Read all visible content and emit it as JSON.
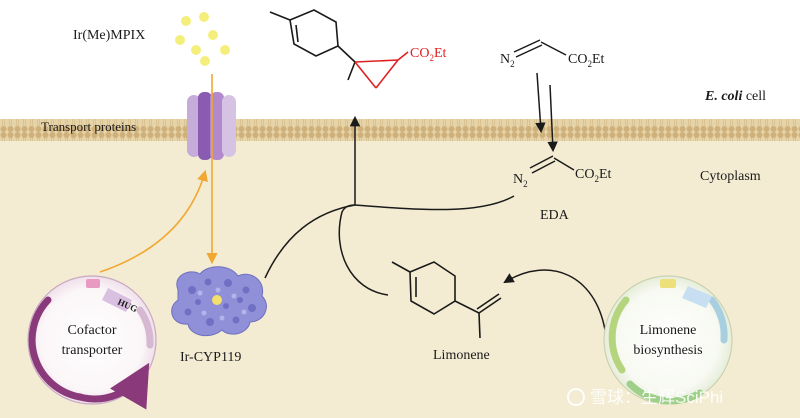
{
  "labels": {
    "cofactor": "Ir(Me)MPIX",
    "transport": "Transport proteins",
    "cell": "E. coli",
    "cell_suffix": " cell",
    "cytoplasm": "Cytoplasm",
    "eda": "EDA",
    "enzyme": "Ir-CYP119",
    "limonene": "Limonene",
    "cofactor_transporter_1": "Cofactor",
    "cofactor_transporter_2": "transporter",
    "huga": "HUG",
    "limonene_bio_1": "Limonene",
    "limonene_bio_2": "biosynthesis",
    "watermark": "雪球：生辉SciPhi"
  },
  "chem": {
    "co2et_red": "CO",
    "co2et_sub": "2",
    "co2et_tail": "Et",
    "n2": "N",
    "n2_sub": "2"
  },
  "colors": {
    "membrane": "#d9c293",
    "cytoplasm": "#f3ecd3",
    "arrow_orange": "#f0a830",
    "product_red": "#e02020",
    "transporter_purple": "#a070c0",
    "cofactor_yellow": "#f4ee7c"
  }
}
